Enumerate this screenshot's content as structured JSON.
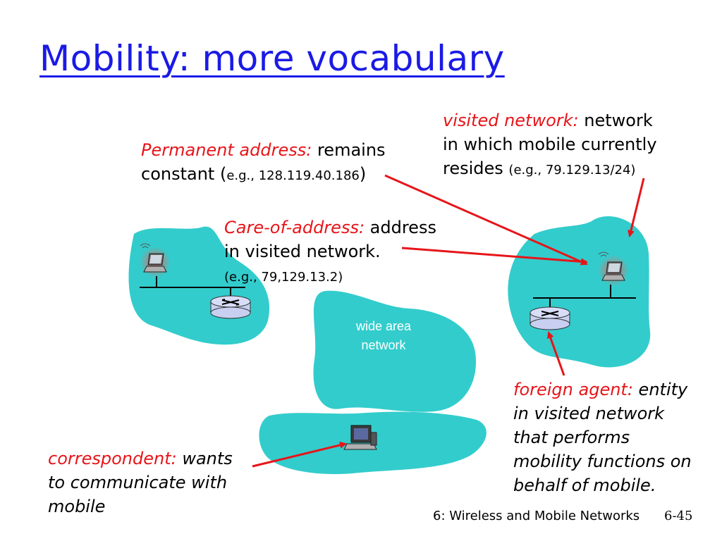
{
  "title": "Mobility: more vocabulary",
  "colors": {
    "title": "#1a1ae6",
    "term": "#e6151a",
    "network": "#33cccc",
    "arrow": "#e6151a"
  },
  "callouts": {
    "permanent": {
      "term": "Permanent address:",
      "text1": " remains",
      "text2": "constant (",
      "example": "e.g., 128.119.40.186",
      "close": ")"
    },
    "care_of": {
      "term": "Care-of-address:",
      "text1": " address",
      "text2": "in visited network.",
      "example": "(e.g., 79,129.13.2)"
    },
    "visited": {
      "term": "visited network:",
      "text1": " network",
      "text2": "in which mobile currently",
      "text3": "resides ",
      "example": "(e.g., 79.129.13/24)"
    },
    "foreign": {
      "term": "foreign agent:",
      "text1": " entity",
      "text2": "in visited network",
      "text3": "that performs",
      "text4": "mobility functions on",
      "text5": "behalf of mobile."
    },
    "correspondent": {
      "term": "correspondent:",
      "text1": " wants",
      "text2": "to communicate with",
      "text3": "mobile"
    }
  },
  "wan": {
    "line1": "wide area",
    "line2": "network"
  },
  "icons": [
    "laptop-icon",
    "router-icon",
    "desktop-computer-icon"
  ],
  "footer": {
    "text": "6: Wireless and Mobile Networks",
    "page": "6-45"
  }
}
